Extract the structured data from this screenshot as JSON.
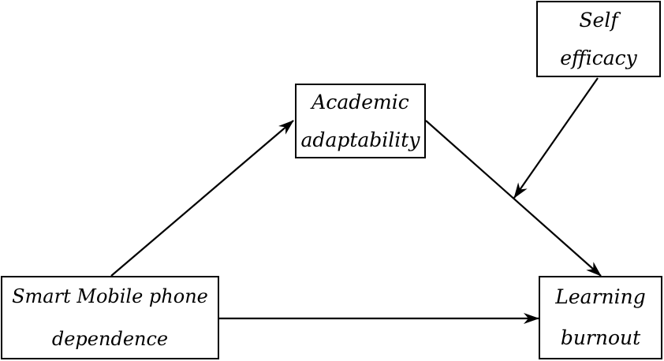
{
  "nodes": {
    "self_efficacy": {
      "line1": "Self",
      "line2": "efficacy"
    },
    "academic_adaptability": {
      "line1": "Academic",
      "line2": "adaptability"
    },
    "smart_mobile_phone_dependence": {
      "line1": "Smart Mobile phone",
      "line2": "dependence"
    },
    "learning_burnout": {
      "line1": "Learning",
      "line2": "burnout"
    }
  },
  "edges": [
    {
      "from": "smart_mobile_phone_dependence",
      "to": "academic_adaptability"
    },
    {
      "from": "academic_adaptability",
      "to": "learning_burnout"
    },
    {
      "from": "smart_mobile_phone_dependence",
      "to": "learning_burnout"
    },
    {
      "from": "self_efficacy",
      "to": "academic_adaptability-learning_burnout-path"
    }
  ],
  "style": {
    "stroke": "#000000",
    "background": "#ffffff"
  }
}
